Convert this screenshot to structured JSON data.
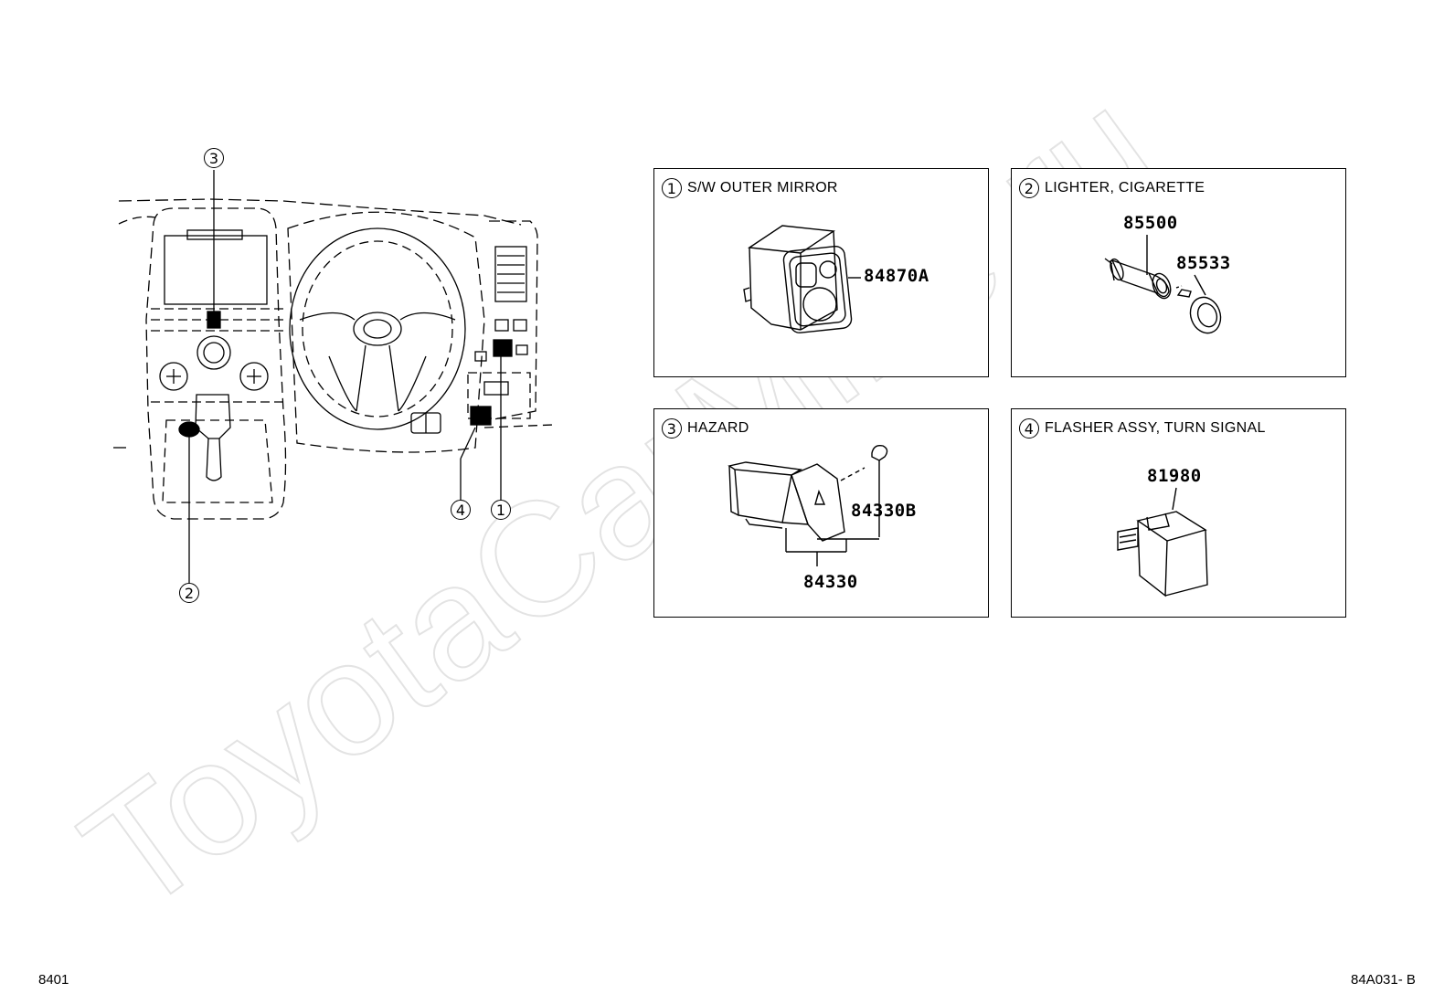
{
  "overview": {
    "callouts": [
      "3",
      "2",
      "4",
      "1"
    ]
  },
  "panels": [
    {
      "num": "1",
      "title": "S/W OUTER MIRROR",
      "parts": [
        "84870A"
      ]
    },
    {
      "num": "2",
      "title": "LIGHTER, CIGARETTE",
      "parts": [
        "85500",
        "85533"
      ]
    },
    {
      "num": "3",
      "title": "HAZARD",
      "parts": [
        "84330B",
        "84330"
      ]
    },
    {
      "num": "4",
      "title": "FLASHER ASSY, TURN SIGNAL",
      "parts": [
        "81980"
      ]
    }
  ],
  "watermark": "ToyotaCarMine.ru",
  "footer": {
    "left": "8401",
    "right": "84A031- B"
  }
}
